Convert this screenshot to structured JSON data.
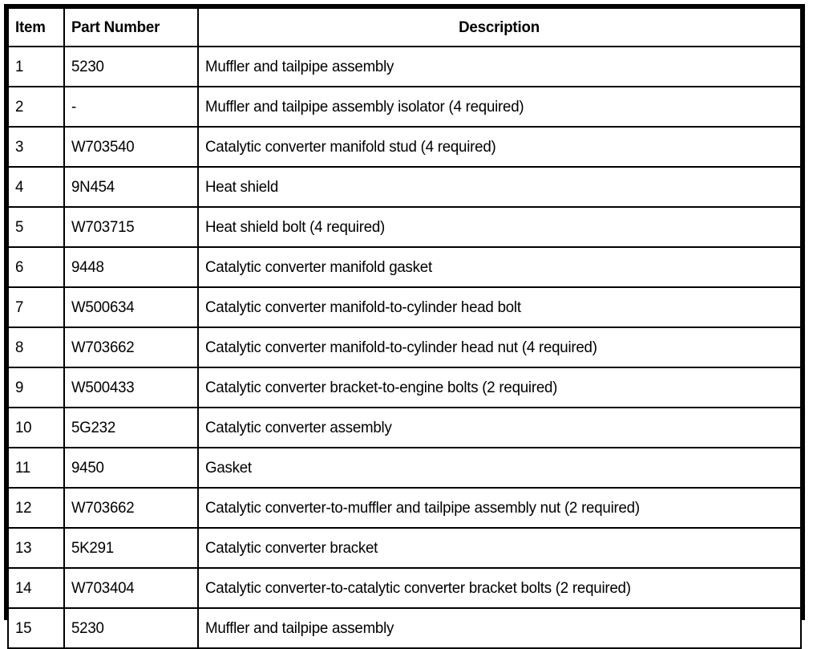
{
  "document": {
    "type": "parts-list-table",
    "background_color": "#ffffff",
    "text_color": "#000000",
    "border_color": "#000000"
  },
  "table": {
    "columns": [
      {
        "key": "item",
        "header": "Item"
      },
      {
        "key": "part_number",
        "header": "Part Number"
      },
      {
        "key": "description",
        "header": "Description"
      }
    ],
    "rows": [
      {
        "item": "1",
        "part_number": "5230",
        "description": "Muffler and tailpipe assembly"
      },
      {
        "item": "2",
        "part_number": "-",
        "description": "Muffler and tailpipe assembly isolator (4 required)"
      },
      {
        "item": "3",
        "part_number": "W703540",
        "description": "Catalytic converter manifold stud (4 required)"
      },
      {
        "item": "4",
        "part_number": "9N454",
        "description": "Heat shield"
      },
      {
        "item": "5",
        "part_number": "W703715",
        "description": "Heat shield bolt (4 required)"
      },
      {
        "item": "6",
        "part_number": "9448",
        "description": "Catalytic converter manifold gasket"
      },
      {
        "item": "7",
        "part_number": "W500634",
        "description": "Catalytic converter manifold-to-cylinder head bolt"
      },
      {
        "item": "8",
        "part_number": "W703662",
        "description": "Catalytic converter manifold-to-cylinder head nut (4 required)"
      },
      {
        "item": "9",
        "part_number": "W500433",
        "description": "Catalytic converter bracket-to-engine bolts (2 required)"
      },
      {
        "item": "10",
        "part_number": "5G232",
        "description": "Catalytic converter assembly"
      },
      {
        "item": "11",
        "part_number": "9450",
        "description": "Gasket"
      },
      {
        "item": "12",
        "part_number": "W703662",
        "description": "Catalytic converter-to-muffler and tailpipe assembly nut (2 required)"
      },
      {
        "item": "13",
        "part_number": "5K291",
        "description": "Catalytic converter bracket"
      },
      {
        "item": "14",
        "part_number": "W703404",
        "description": "Catalytic converter-to-catalytic converter bracket bolts (2 required)"
      },
      {
        "item": "15",
        "part_number": "5230",
        "description": "Muffler and tailpipe assembly"
      }
    ]
  }
}
